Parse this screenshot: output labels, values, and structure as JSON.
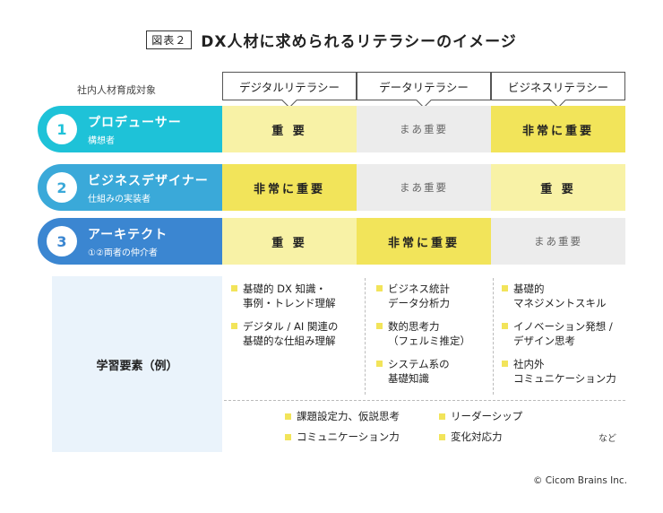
{
  "figure": {
    "badge": "図表２",
    "title": "DX人材に求められるリテラシーのイメージ"
  },
  "target_label": "社内人材育成対象",
  "columns": [
    "デジタルリテラシー",
    "データリテラシー",
    "ビジネスリテラシー"
  ],
  "rows": [
    {
      "num": "1",
      "name": "プロデューサー",
      "sub": "構想者",
      "color": "#1ec2d8",
      "cells": [
        {
          "text": "重 要",
          "level": "important"
        },
        {
          "text": "まあ重要",
          "level": "somewhat"
        },
        {
          "text": "非常に重要",
          "level": "strong"
        }
      ]
    },
    {
      "num": "2",
      "name": "ビジネスデザイナー",
      "sub": "仕組みの実装者",
      "color": "#3aa9d9",
      "cells": [
        {
          "text": "非常に重要",
          "level": "strong"
        },
        {
          "text": "まあ重要",
          "level": "somewhat"
        },
        {
          "text": "重 要",
          "level": "important"
        }
      ]
    },
    {
      "num": "3",
      "name": "アーキテクト",
      "sub": "①②両者の仲介者",
      "color": "#3b86d1",
      "cells": [
        {
          "text": "重 要",
          "level": "important"
        },
        {
          "text": "非常に重要",
          "level": "strong"
        },
        {
          "text": "まあ重要",
          "level": "somewhat"
        }
      ]
    }
  ],
  "learning": {
    "label": "学習要素（例）",
    "columns": [
      [
        "基礎的 DX 知識・\n事例・トレンド理解",
        "デジタル / AI 関連の\n基礎的な仕組み理解"
      ],
      [
        "ビジネス統計\nデータ分析力",
        "数的思考力\n（フェルミ推定）",
        "システム系の\n基礎知識"
      ],
      [
        "基礎的\nマネジメントスキル",
        "イノベーション発想 /\nデザイン思考",
        "社内外\nコミュニケーション力"
      ]
    ],
    "common": [
      "課題設定力、仮説思考",
      "リーダーシップ",
      "コミュニケーション力",
      "変化対応力"
    ],
    "etc": "など"
  },
  "copyright": "© Cicom Brains Inc.",
  "colors": {
    "strong": "#f2e45a",
    "important": "#f8f2a6",
    "somewhat": "#ececec",
    "learn_bg": "#eaf3fb"
  }
}
